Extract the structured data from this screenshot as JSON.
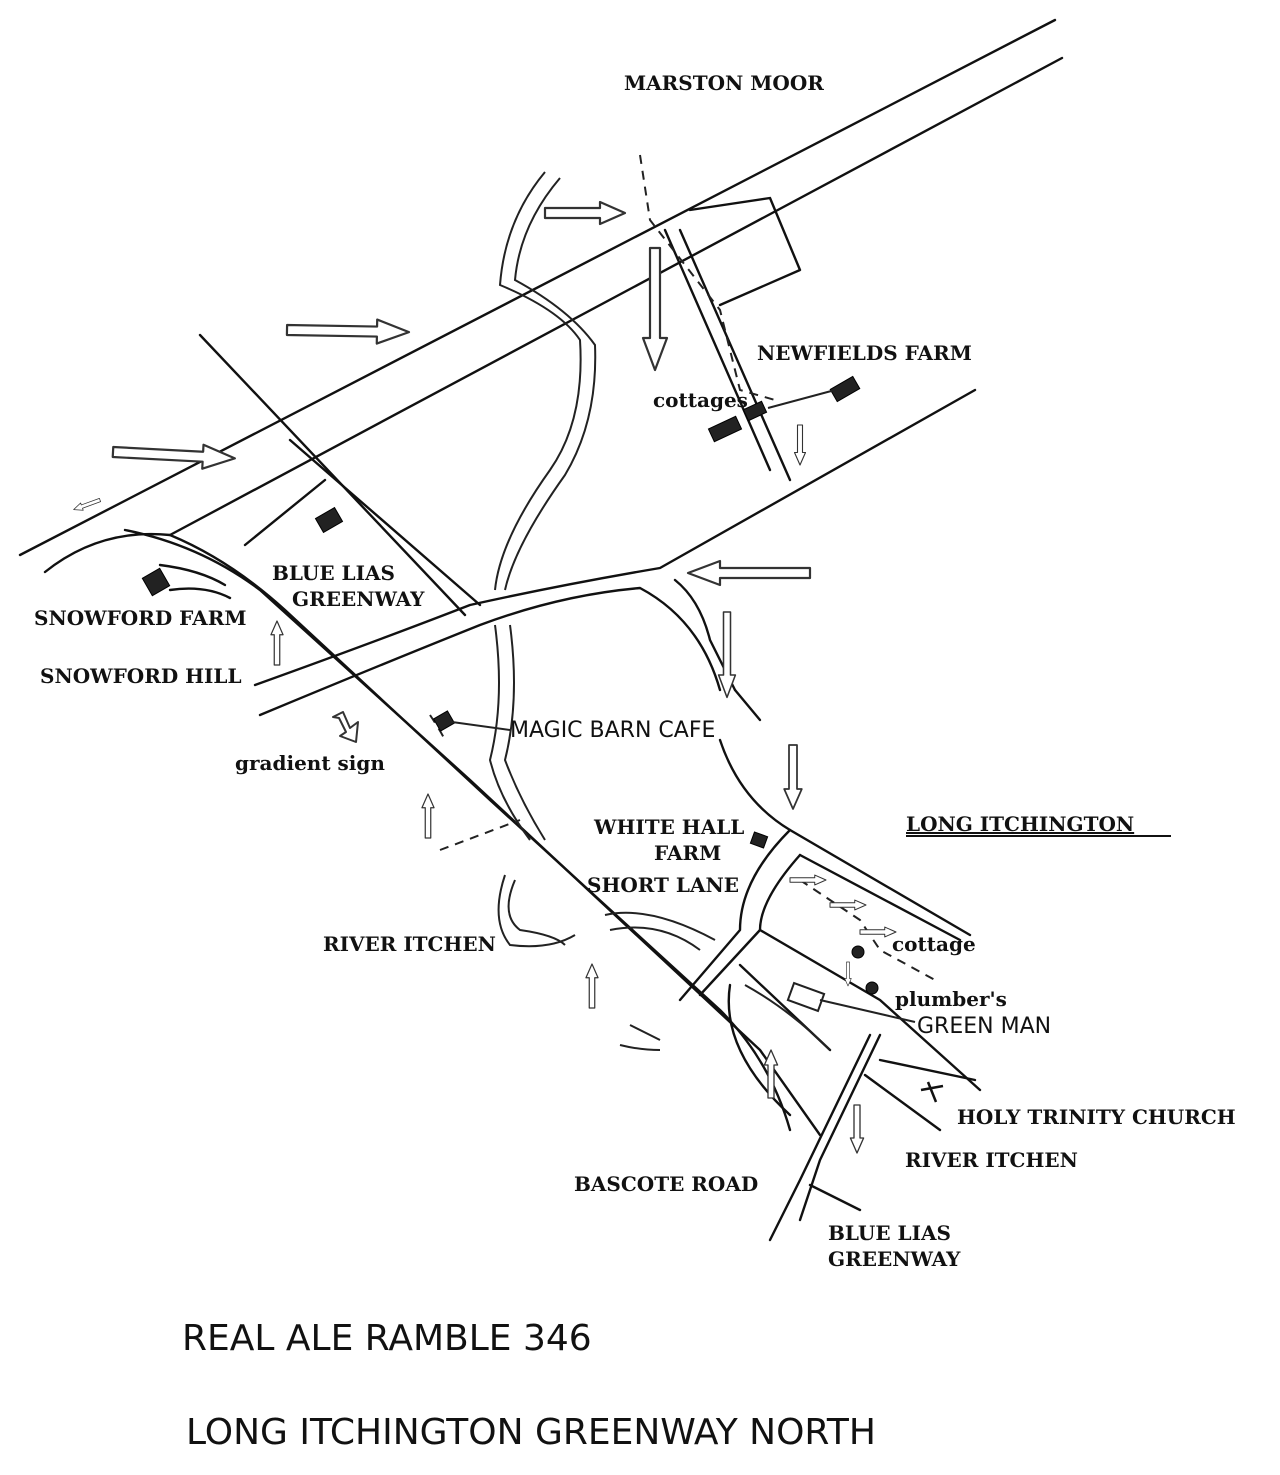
{
  "labels": {
    "marston_moor": "MARSTON MOOR",
    "newfields_farm": "NEWFIELDS FARM",
    "cottages": "cottages",
    "blue_lias_greenway_1": "BLUE LIAS",
    "blue_lias_greenway_2": "GREENWAY",
    "snowford_farm": "SNOWFORD FARM",
    "snowford_hill": "SNOWFORD HILL",
    "magic_barn_cafe": "MAGIC BARN CAFE",
    "gradient_sign": "gradient sign",
    "white_hall_farm_1": "WHITE HALL",
    "white_hall_farm_2": "FARM",
    "short_lane": "SHORT LANE",
    "long_itchington": "LONG ITCHINGTON",
    "river_itchen_west": "RIVER ITCHEN",
    "cottage": "cottage",
    "plumbers": "plumber's",
    "green_man": "GREEN MAN",
    "holy_trinity_church": "HOLY TRINITY CHURCH",
    "river_itchen_east": "RIVER ITCHEN",
    "bascote_road": "BASCOTE ROAD",
    "blue_lias_greenway_s1": "BLUE LIAS",
    "blue_lias_greenway_s2": "GREENWAY"
  },
  "title": {
    "line1": "REAL ALE RAMBLE 346",
    "line2": "LONG ITCHINGTON GREENWAY NORTH"
  }
}
